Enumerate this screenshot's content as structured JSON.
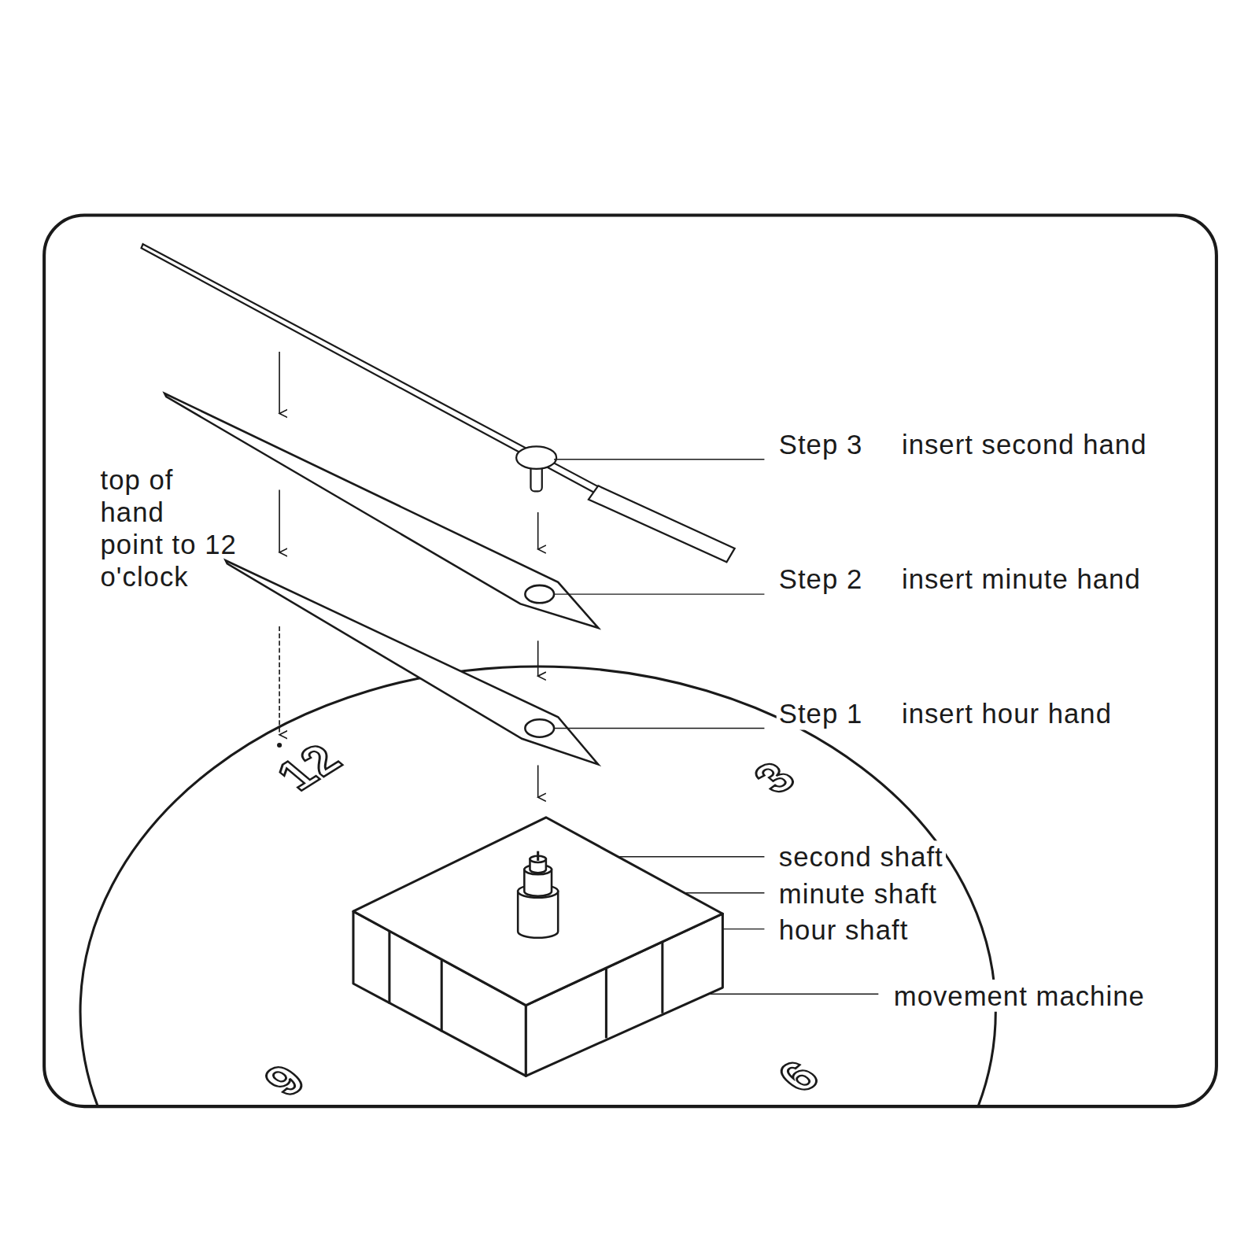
{
  "diagram": {
    "labels": [
      "top of hand point to 12 o'clock",
      "Step 3",
      "insert second hand",
      "Step 2",
      "insert minute hand",
      "Step 1",
      "insert hour hand",
      "second shaft",
      "minute shaft",
      "hour shaft",
      "movement machine",
      "12",
      "3",
      "9",
      "6"
    ]
  }
}
